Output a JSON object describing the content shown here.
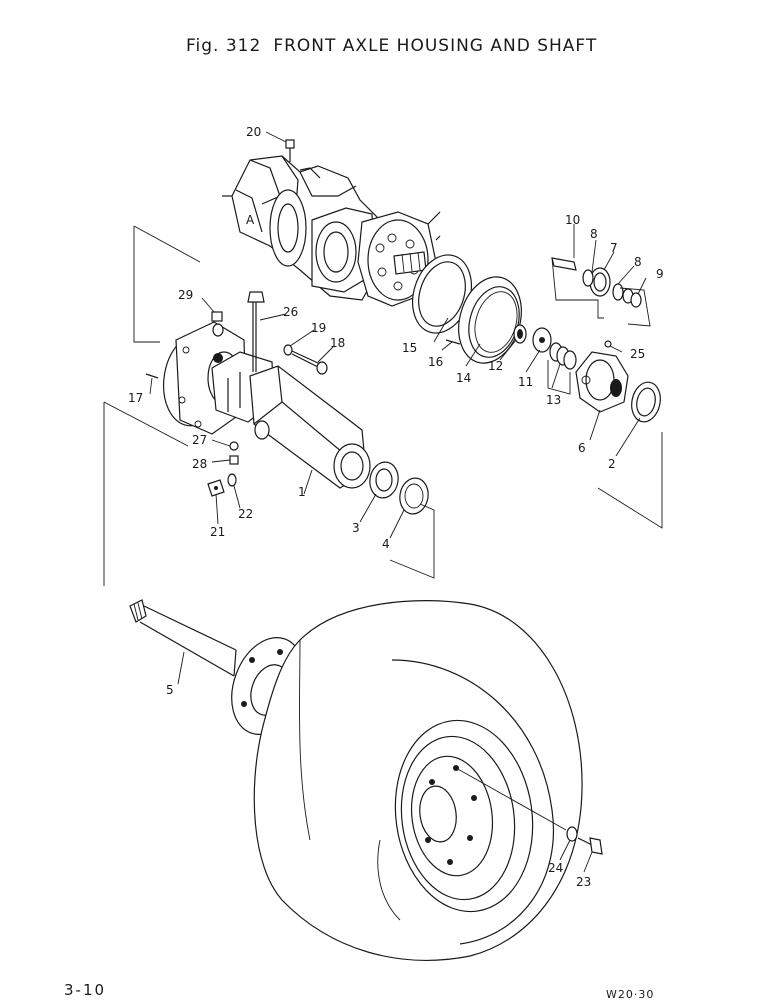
{
  "title": {
    "figure": "Fig. 312",
    "text": "FRONT AXLE HOUSING AND SHAFT"
  },
  "page_number": "3-10",
  "code": "W20·30",
  "callouts": {
    "c1": "1",
    "c2": "2",
    "c3": "3",
    "c4": "4",
    "c5": "5",
    "c6": "6",
    "c7": "7",
    "c8a": "8",
    "c8b": "8",
    "c9": "9",
    "c10": "10",
    "c11": "11",
    "c12": "12",
    "c13": "13",
    "c14": "14",
    "c15": "15",
    "c16": "16",
    "c17": "17",
    "c18": "18",
    "c19": "19",
    "c20": "20",
    "c21": "21",
    "c22": "22",
    "c23": "23",
    "c24": "24",
    "c25": "25",
    "c26": "26",
    "c27": "27",
    "c28": "28",
    "c29": "29"
  },
  "casting_marks": {
    "mark": "A"
  }
}
